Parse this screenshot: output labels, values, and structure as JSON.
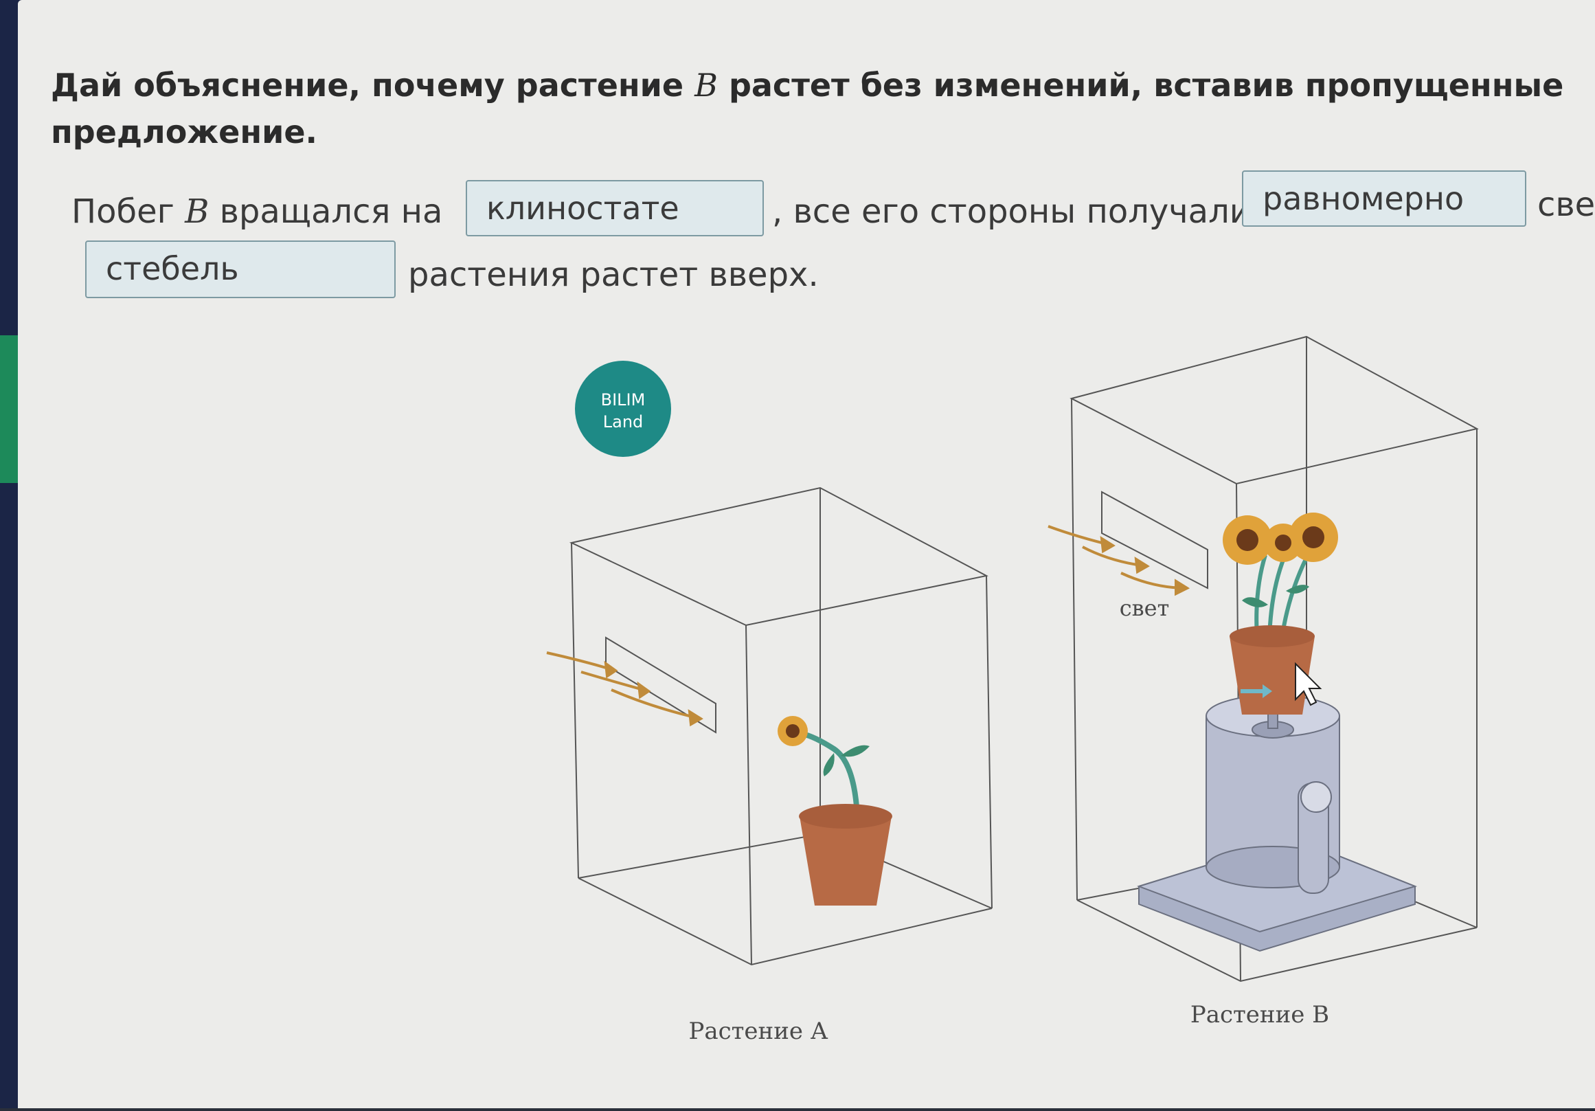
{
  "question": {
    "prefix": "Дай объяснение, почему растение ",
    "var": "B",
    "suffix": " растет без изменений, вставив пропущенные",
    "line2": "предложение."
  },
  "sentence": {
    "part1": "Побег ",
    "var": "B",
    "part2": " вращался на",
    "part3": ", все его стороны получали",
    "part4": "свет",
    "part5": "растения растет вверх."
  },
  "blanks": {
    "blank1": "клиностате",
    "blank2": "равномерно",
    "blank3": "стебель"
  },
  "logo": {
    "line1": "BILIM",
    "line2": "Land",
    "color": "#1e8a86"
  },
  "figure": {
    "light_label": "свет",
    "caption_a": "Растение А",
    "caption_b": "Растение В",
    "arrow_color": "#c08b3a",
    "pot_color": "#b76a45",
    "device_color": "#b8bdd0"
  }
}
